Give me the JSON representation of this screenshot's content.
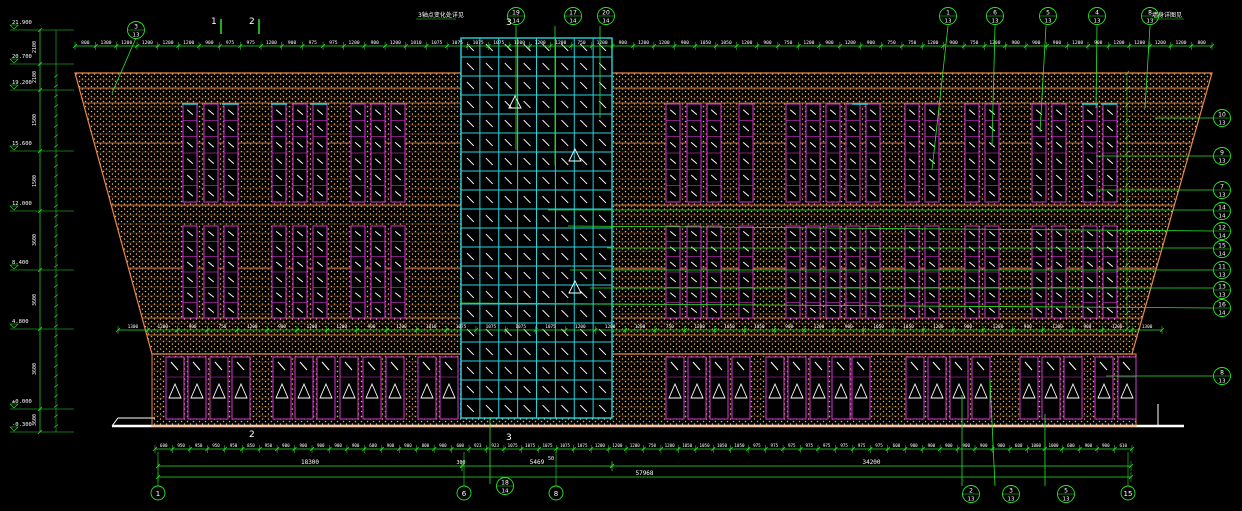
{
  "drawing": {
    "palette": {
      "background": "#000000",
      "facade_outline": "#e8894a",
      "facade_dots": "#f2b56b",
      "window_magenta": "#d833d8",
      "curtain_wall": "#22d6e0",
      "dimension_green": "#27e627",
      "text_white": "#ffffff",
      "ground_line": "#ffffff"
    },
    "level_labels": [
      "21.900",
      "20.700",
      "19.200",
      "15.600",
      "12.000",
      "8.400",
      "4.800",
      "±0.000",
      "-0.300"
    ],
    "left_dims": [
      "2100",
      "2100",
      "1500",
      "1500",
      "3600",
      "3600",
      "3600",
      "3600",
      "4800",
      "300"
    ],
    "top_dims": [
      "800",
      "1300",
      "1200",
      "1200",
      "1200",
      "1200",
      "900",
      "975",
      "975",
      "1200",
      "900",
      "975",
      "975",
      "1200",
      "900",
      "1200",
      "1010",
      "1075",
      "1075",
      "1075",
      "1075",
      "1200",
      "1200",
      "1200",
      "750",
      "1200",
      "900",
      "1200",
      "1200",
      "900",
      "1050",
      "1050",
      "1200",
      "900",
      "750",
      "1200",
      "900",
      "1200",
      "900",
      "750",
      "750",
      "1200",
      "900",
      "750",
      "1200",
      "900",
      "900",
      "900",
      "1200",
      "900",
      "1200",
      "1200",
      "1200",
      "1200",
      "800"
    ],
    "mid_dims": [
      "1300",
      "1200",
      "900",
      "750",
      "1200",
      "900",
      "1200",
      "1200",
      "900",
      "1200",
      "1010",
      "1075",
      "1075",
      "1075",
      "1075",
      "1200",
      "1200",
      "1200",
      "750",
      "1200",
      "1050",
      "1050",
      "900",
      "1200",
      "900",
      "1050",
      "1050",
      "1200",
      "900",
      "1200",
      "900",
      "1200",
      "900",
      "1200",
      "1300"
    ],
    "bottom_dims": [
      "600",
      "950",
      "950",
      "950",
      "950",
      "850",
      "950",
      "900",
      "900",
      "900",
      "900",
      "900",
      "600",
      "900",
      "900",
      "800",
      "900",
      "600",
      "923",
      "923",
      "1075",
      "1075",
      "1075",
      "1075",
      "1075",
      "1200",
      "1200",
      "1200",
      "750",
      "1200",
      "1050",
      "1050",
      "1050",
      "1050",
      "975",
      "975",
      "975",
      "975",
      "975",
      "975",
      "975",
      "975",
      "600",
      "900",
      "900",
      "900",
      "900",
      "900",
      "900",
      "600",
      "1000",
      "1000",
      "600",
      "900",
      "900",
      "610"
    ],
    "overall_dims": [
      "18300",
      "5469",
      "34200",
      "57968"
    ],
    "small_dims": [
      "300",
      "50"
    ],
    "grid_axes": [
      "1",
      "6",
      "8",
      "15"
    ],
    "section_marks": [
      "1",
      "2",
      "3",
      "2",
      "3"
    ],
    "top_note": "3轴点变化处详见",
    "right_note": "墙身详图见",
    "callouts_top": [
      {
        "num": "3",
        "den": "13"
      },
      {
        "num": "19",
        "den": "14"
      },
      {
        "num": "17",
        "den": "14"
      },
      {
        "num": "20",
        "den": "14"
      },
      {
        "num": "1",
        "den": "13"
      },
      {
        "num": "6",
        "den": "13"
      },
      {
        "num": "5",
        "den": "13"
      },
      {
        "num": "4",
        "den": "13"
      },
      {
        "num": "8",
        "den": "13"
      }
    ],
    "callouts_right": [
      {
        "num": "10",
        "den": "13"
      },
      {
        "num": "9",
        "den": "13"
      },
      {
        "num": "7",
        "den": "13"
      },
      {
        "num": "14",
        "den": "14"
      },
      {
        "num": "12",
        "den": "14"
      },
      {
        "num": "15",
        "den": "14"
      },
      {
        "num": "11",
        "den": "13"
      },
      {
        "num": "13",
        "den": "13"
      },
      {
        "num": "16",
        "den": "14"
      },
      {
        "num": "8",
        "den": "13"
      }
    ],
    "callouts_bottom": [
      {
        "num": "18",
        "den": "14"
      },
      {
        "num": "2",
        "den": "13"
      },
      {
        "num": "3",
        "den": "13"
      },
      {
        "num": "5",
        "den": "13"
      }
    ]
  }
}
